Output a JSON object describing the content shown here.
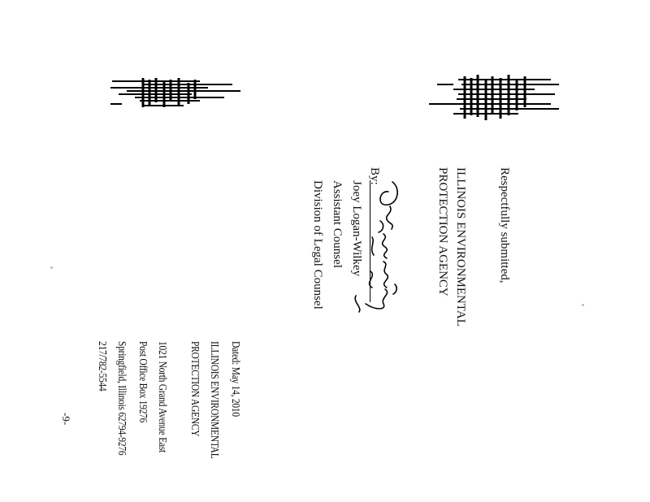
{
  "signature_block": {
    "closing": "Respectfully submitted,",
    "agency_line1": "ILLINOIS ENVIRONMENTAL",
    "agency_line2": "PROTECTION AGENCY",
    "by_label": "By:",
    "signer_name": "Joey Logan-Wilkey",
    "signer_title": "Assistant Counsel",
    "signer_division": "Division of Legal Counsel"
  },
  "address_block": {
    "dated": "Dated: May 14, 2010",
    "agency_line1": "ILLINOIS ENVIRONMENTAL",
    "agency_line2": "PROTECTION AGENCY",
    "street": "1021 North Grand Avenue East",
    "po_box": "Post Office Box 19276",
    "city": "Springfield, Illinois 62794-9276",
    "phone": "217/782-5544"
  },
  "page_number": "-9-"
}
